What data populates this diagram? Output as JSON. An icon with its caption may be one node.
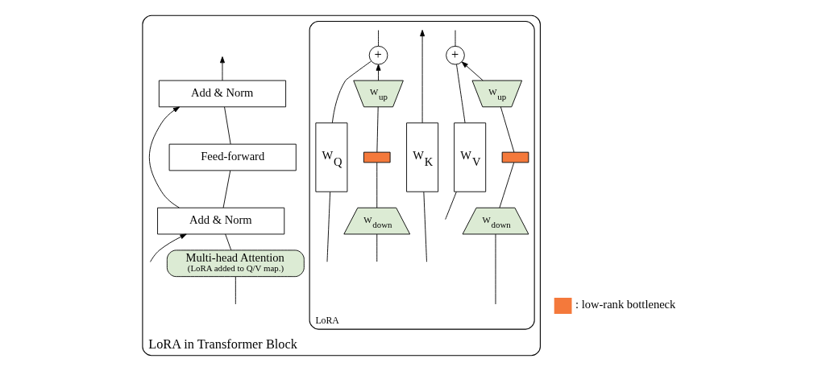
{
  "diagram": {
    "nodes": [
      {
        "text": [
          "LoRA in Transformer Block"
        ]
      },
      {
        "text": [
          "Add & Norm"
        ],
        "in": 0
      },
      {
        "text": [
          "Feed-forward"
        ],
        "in": 0
      },
      {
        "text": [
          "Add & Norm"
        ],
        "in": 0
      },
      {
        "text": [
          "Multi-head Attention",
          "(LoRA added to Q/V map.)"
        ],
        "in": 0
      },
      {
        "text": [
          "LoRA"
        ],
        "in": 0
      },
      {
        "text": [
          "+"
        ],
        "in": 5
      },
      {
        "text": [
          "W$_{Q}$"
        ],
        "in": 5
      },
      {
        "text": [
          "W$_{up}$"
        ],
        "in": 5
      },
      {
        "text": [],
        "shape": "bar",
        "in": 5
      },
      {
        "text": [
          "W$_{down}$"
        ],
        "in": 5
      },
      {
        "text": [
          "W$_{K}$"
        ],
        "in": 5
      },
      {
        "text": [
          "+"
        ],
        "in": 5
      },
      {
        "text": [
          "W$_{V}$"
        ],
        "in": 5
      },
      {
        "text": [
          "W$_{up}$"
        ],
        "in": 5
      },
      {
        "text": [],
        "shape": "bar",
        "in": 5
      },
      {
        "text": [
          "W$_{down}$"
        ],
        "in": 5
      }
    ],
    "edges": [
      {
        "from": null,
        "to": 4,
        "arrow": "none"
      },
      {
        "from": 4,
        "to": 3,
        "arrow": "none"
      },
      {
        "from": 3,
        "to": 2,
        "arrow": "none"
      },
      {
        "from": 2,
        "to": 1,
        "arrow": "none"
      },
      {
        "from": 1,
        "to": null,
        "arrow": "to"
      },
      {
        "from": null,
        "to": 3,
        "arrow": "to"
      },
      {
        "from": 3,
        "to": 1,
        "arrow": "to"
      },
      {
        "from": null,
        "to": 7,
        "arrow": "none"
      },
      {
        "from": null,
        "to": 10,
        "arrow": "none"
      },
      {
        "from": 11,
        "to": null,
        "arrow": "to"
      },
      {
        "from": null,
        "to": 13,
        "arrow": "none"
      },
      {
        "from": null,
        "to": 16,
        "arrow": "none"
      },
      {
        "from": 10,
        "to": 9,
        "arrow": "none"
      },
      {
        "from": 9,
        "to": 8,
        "arrow": "none"
      },
      {
        "from": 16,
        "to": 15,
        "arrow": "none"
      },
      {
        "from": 15,
        "to": 14,
        "arrow": "none"
      },
      {
        "from": 7,
        "to": 6,
        "arrow": "none"
      },
      {
        "from": 8,
        "to": 6,
        "arrow": "to"
      },
      {
        "from": 13,
        "to": 12,
        "arrow": "none"
      },
      {
        "from": 14,
        "to": 12,
        "arrow": "to"
      },
      {
        "from": null,
        "to": 11,
        "arrow": "none"
      },
      {
        "from": 6,
        "to": null,
        "arrow": "none"
      },
      {
        "from": 12,
        "to": null,
        "arrow": "none"
      }
    ],
    "legend": [
      {
        "text": ": low-rank bottleneck",
        "color": "#f4793b"
      }
    ]
  }
}
